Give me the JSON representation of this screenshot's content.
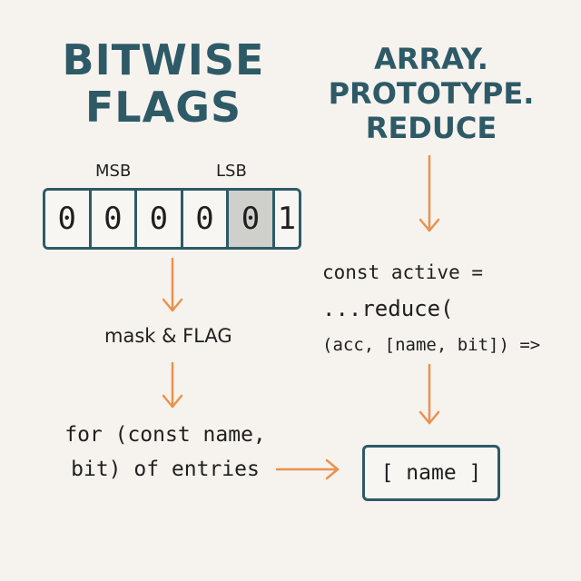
{
  "left_title": [
    "BITWISE",
    "FLAGS"
  ],
  "right_title": [
    "ARRAY.",
    "PROTOTYPE.",
    "REDUCE"
  ],
  "msb_label": "MSB",
  "lsb_label": "LSB",
  "bits": [
    "0",
    "0",
    "0",
    "0",
    "0",
    "1"
  ],
  "highlighted_bit_index": 4,
  "mask_text": "mask & FLAG",
  "loop_text": [
    "for (const name,",
    "bit) of entries"
  ],
  "reduce_code": [
    "const active =",
    "...reduce(",
    "(acc, [name, bit]) =>"
  ],
  "result_text": "[ name ]",
  "colors": {
    "accent": "#2e5a67",
    "arrow": "#e8924f",
    "highlight": "#cfcfcb",
    "background": "#f6f3ee"
  }
}
